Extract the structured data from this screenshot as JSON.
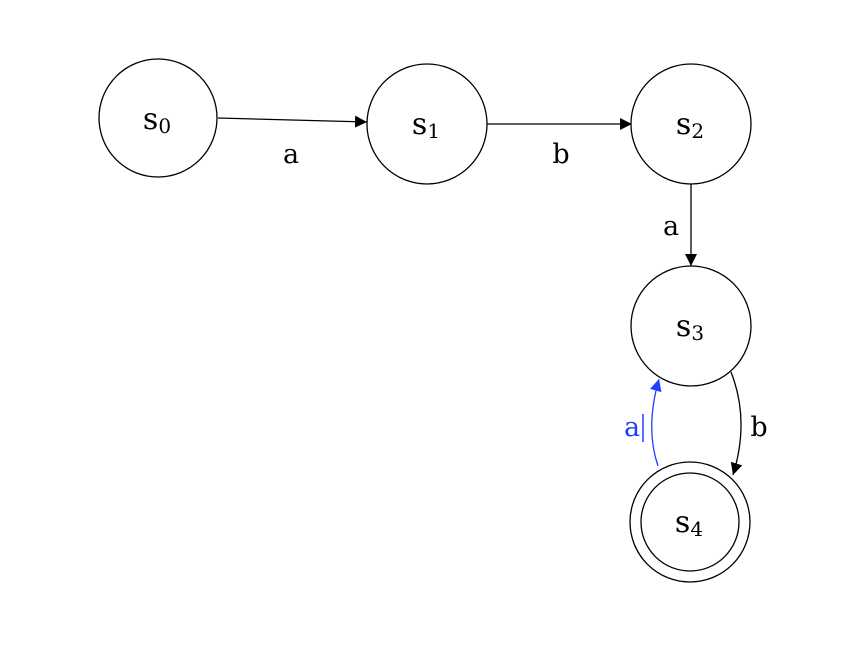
{
  "states": [
    {
      "id": "s0",
      "base": "s",
      "sub": "0",
      "accepting": false
    },
    {
      "id": "s1",
      "base": "s",
      "sub": "1",
      "accepting": false
    },
    {
      "id": "s2",
      "base": "s",
      "sub": "2",
      "accepting": false
    },
    {
      "id": "s3",
      "base": "s",
      "sub": "3",
      "accepting": false
    },
    {
      "id": "s4",
      "base": "s",
      "sub": "4",
      "accepting": true
    }
  ],
  "transitions": [
    {
      "from": "s0",
      "to": "s1",
      "label": "a"
    },
    {
      "from": "s1",
      "to": "s2",
      "label": "b"
    },
    {
      "from": "s2",
      "to": "s3",
      "label": "a"
    },
    {
      "from": "s3",
      "to": "s4",
      "label": "b"
    },
    {
      "from": "s4",
      "to": "s3",
      "label": "a",
      "highlight": true
    }
  ],
  "colors": {
    "stroke": "#000000",
    "highlight": "#1f3fff"
  }
}
